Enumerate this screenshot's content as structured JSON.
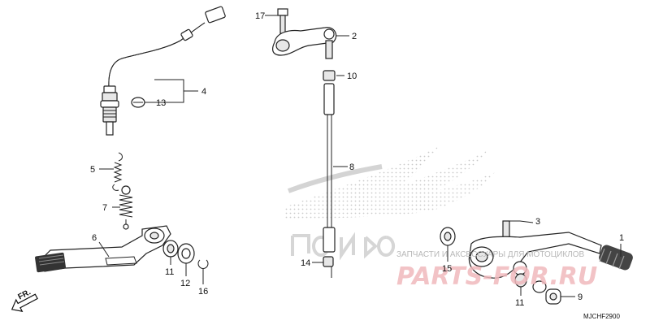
{
  "callouts": {
    "c1": "1",
    "c2": "2",
    "c3": "3",
    "c4": "4",
    "c5": "5",
    "c6": "6",
    "c7": "7",
    "c8": "8",
    "c9": "9",
    "c10": "10",
    "c11a": "11",
    "c11b": "11",
    "c12": "12",
    "c13": "13",
    "c14": "14",
    "c15": "15",
    "c16": "16",
    "c17": "17"
  },
  "diagram_code": "MJCHF2900",
  "front_marker": "FR.",
  "watermark": {
    "caption": "ЗАПЧАСТИ И АКСЕССУАРЫ ДЛЯ МОТОЦИКЛОВ",
    "brand": "PARTS-FOR.RU"
  }
}
